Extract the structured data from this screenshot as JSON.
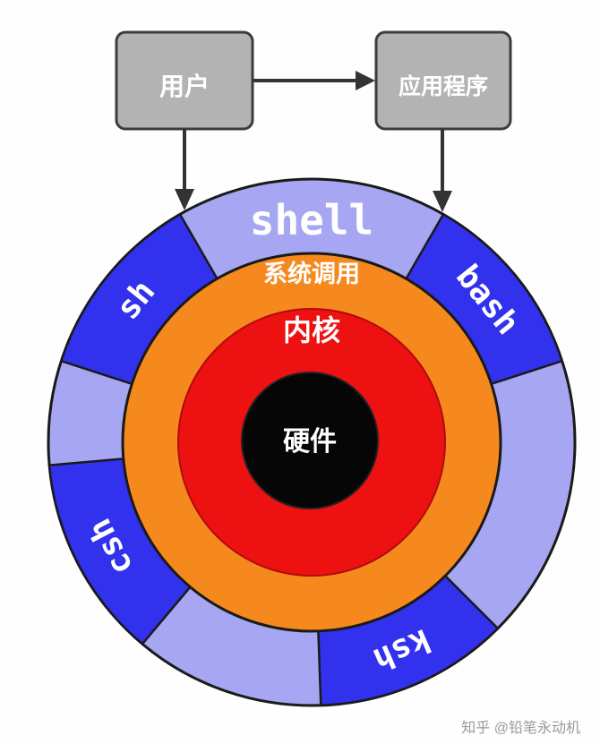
{
  "boxes": {
    "user": "用户",
    "app": "应用程序"
  },
  "diagram": {
    "shell": "shell",
    "syscall": "系统调用",
    "kernel": "内核",
    "hardware": "硬件",
    "segments": [
      {
        "id": "sh",
        "label": "sh"
      },
      {
        "id": "bash",
        "label": "bash"
      },
      {
        "id": "csh",
        "label": "csh"
      },
      {
        "id": "ksh",
        "label": "ksh"
      }
    ]
  },
  "colors": {
    "ring_light": "#a6a6f2",
    "segment_blue": "#3232ee",
    "syscall_orange": "#f6891e",
    "kernel_red": "#ee1111",
    "hardware_black": "#060606",
    "box_gray": "#b3b3b3",
    "box_border": "#3c3c3c",
    "outline": "#1a1a1a",
    "arrow": "#333333"
  },
  "watermark": "知乎 @铅笔永动机"
}
